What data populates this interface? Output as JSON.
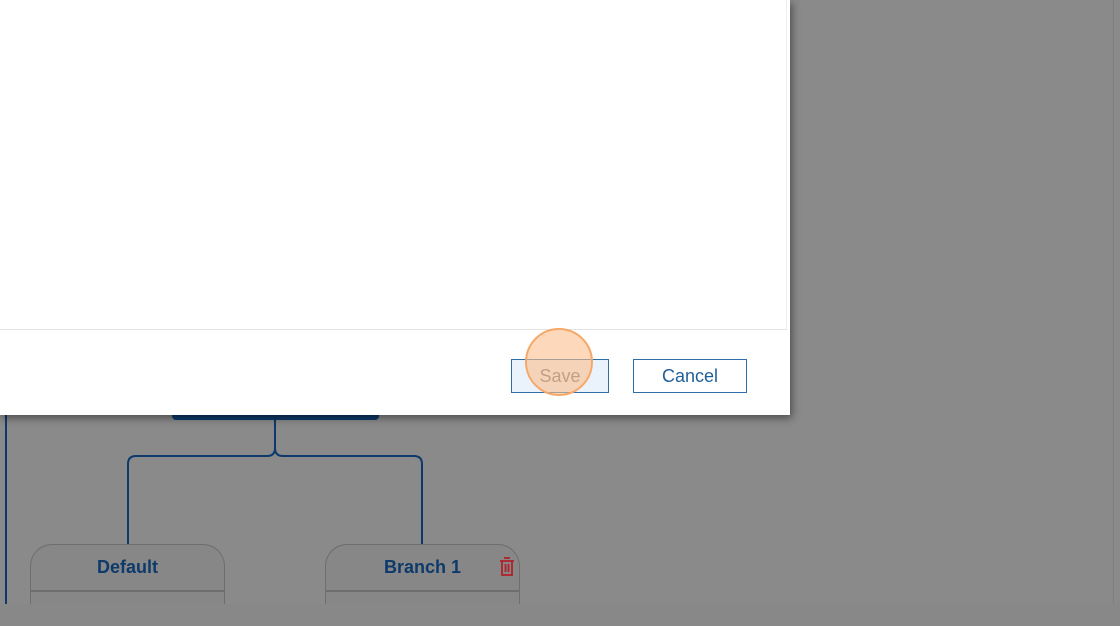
{
  "dialog": {
    "save_label": "Save",
    "cancel_label": "Cancel"
  },
  "tree": {
    "nodes": [
      {
        "label": "Default"
      },
      {
        "label": "Branch 1"
      }
    ]
  },
  "colors": {
    "accent": "#0d3a6b",
    "button_border": "#2d6ea6",
    "delete": "#b0202a",
    "overlay": "#8a8a8a"
  }
}
